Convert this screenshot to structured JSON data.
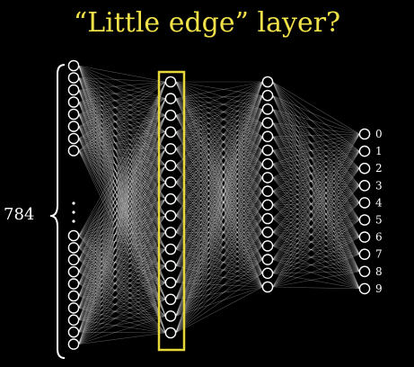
{
  "title": "“Little edge” layer?",
  "input_count_label": "784",
  "output_labels": [
    "0",
    "1",
    "2",
    "3",
    "4",
    "5",
    "6",
    "7",
    "8",
    "9"
  ],
  "colors": {
    "title": "#f2e24a",
    "highlight": "#e6d83a",
    "edges": "#ffffff",
    "neurons": "#ffffff",
    "background": "#000000"
  }
}
